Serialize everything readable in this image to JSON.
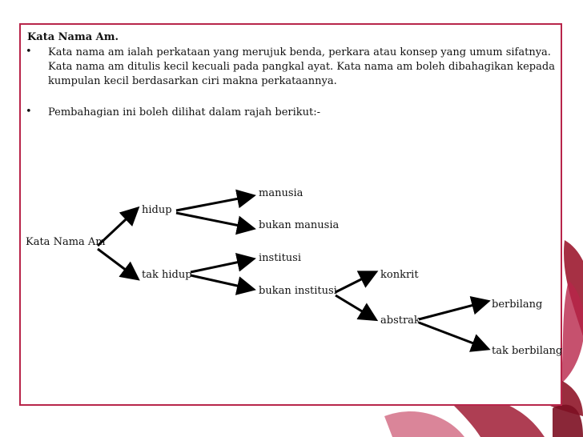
{
  "heading": "Kata Nama Am.",
  "bullets": [
    "Kata nama am ialah perkataan yang merujuk benda, perkara atau konsep yang umum sifatnya. Kata nama am ditulis kecil kecuali pada pangkal ayat. Kata nama am boleh dibahagikan kepada kumpulan kecil berdasarkan ciri makna perkataannya.",
    "Pembahagian ini boleh dilihat dalam rajah berikut:-"
  ],
  "bullet_symbol": "•",
  "diagram": {
    "root": "Kata Nama Am",
    "hidup": "hidup",
    "tak_hidup": "tak hidup",
    "manusia": "manusia",
    "bukan_manusia": "bukan manusia",
    "institusi": "institusi",
    "bukan_institusi": "bukan institusi",
    "konkrit": "konkrit",
    "abstrak": "abstrak",
    "berbilang": "berbilang",
    "tak_berbilang": "tak berbilang"
  },
  "colors": {
    "frame": "#b8254a",
    "petal": "#a01c35"
  }
}
